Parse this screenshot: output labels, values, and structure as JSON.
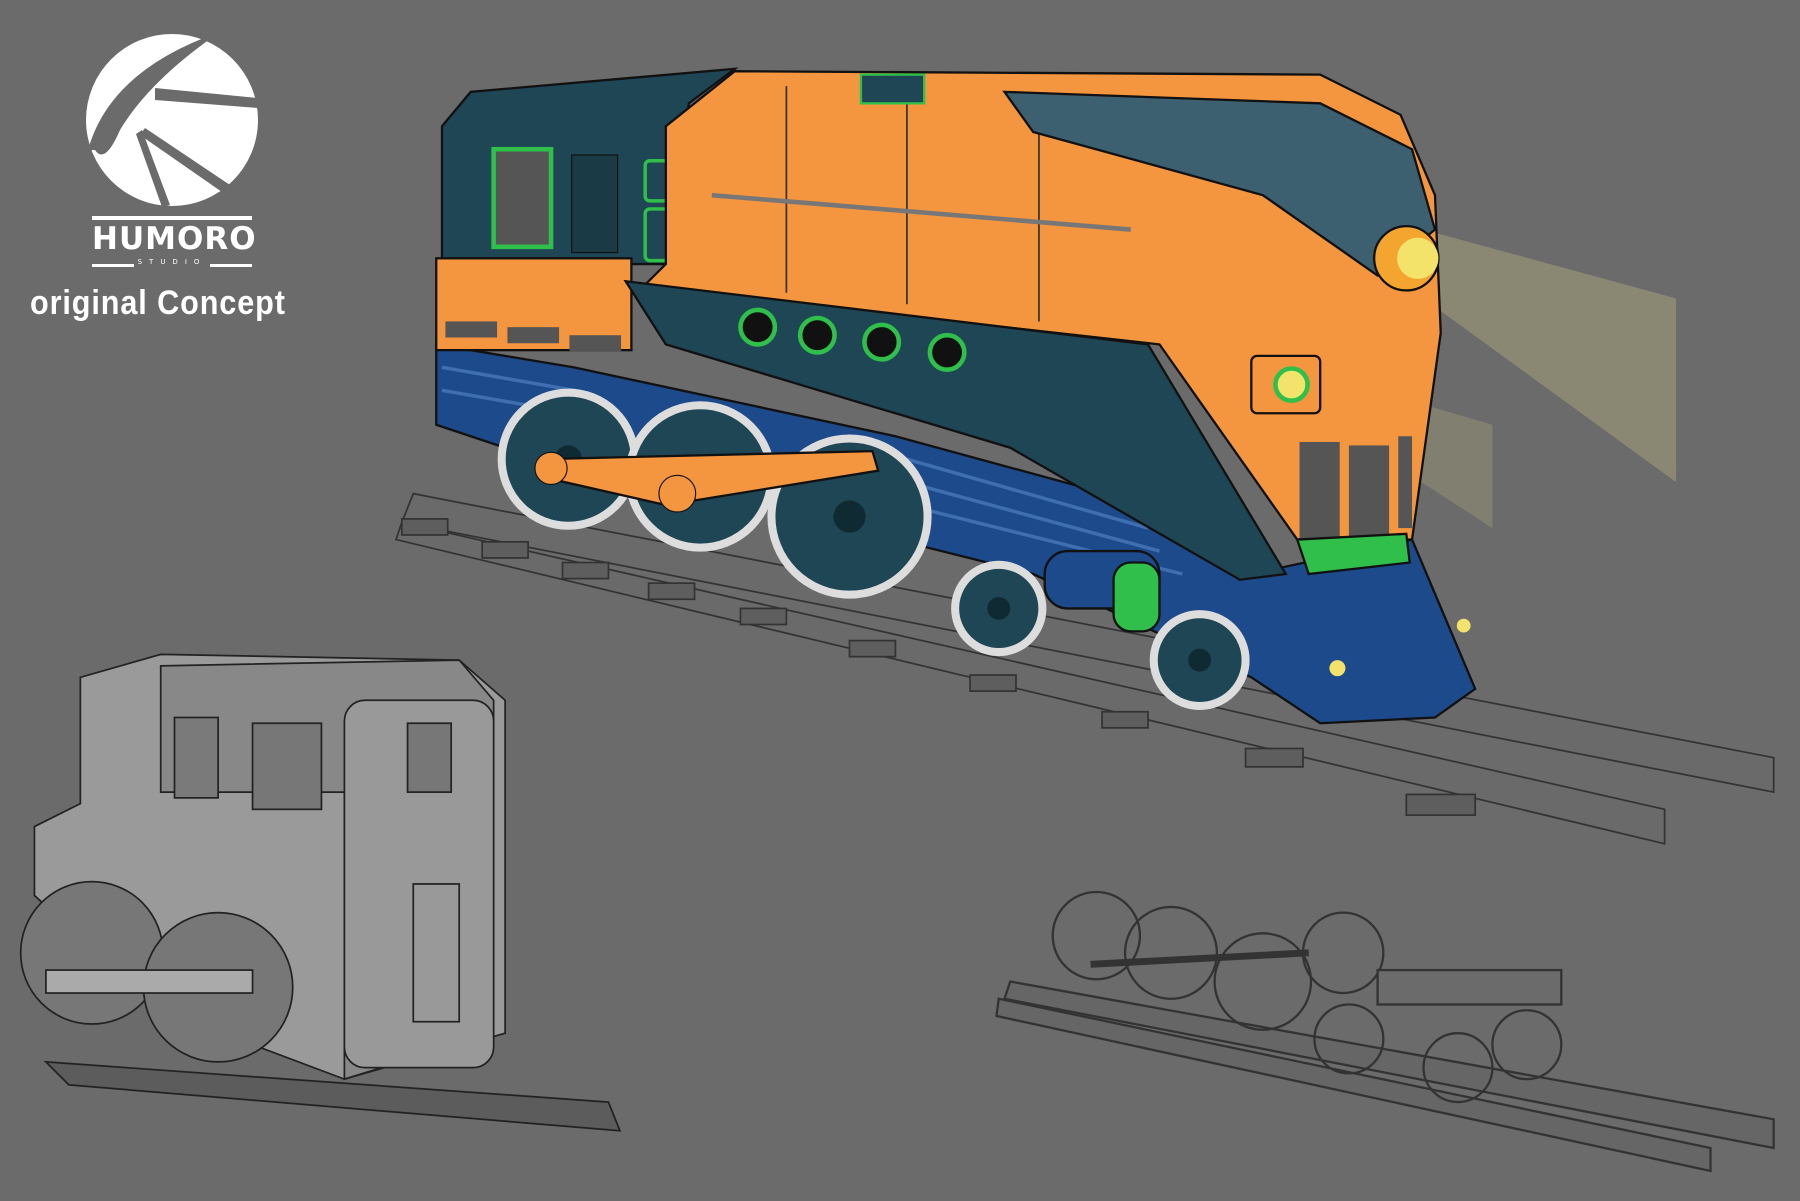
{
  "logo": {
    "brand": "HUMORO",
    "sub": "STUDIO"
  },
  "caption": "original Concept",
  "colors": {
    "background": "#6b6b6b",
    "orange": "#f4963f",
    "dark_teal": "#1f4654",
    "blue": "#1d4a8a",
    "green": "#2fbf4a",
    "headlight": "#f3e36a"
  }
}
